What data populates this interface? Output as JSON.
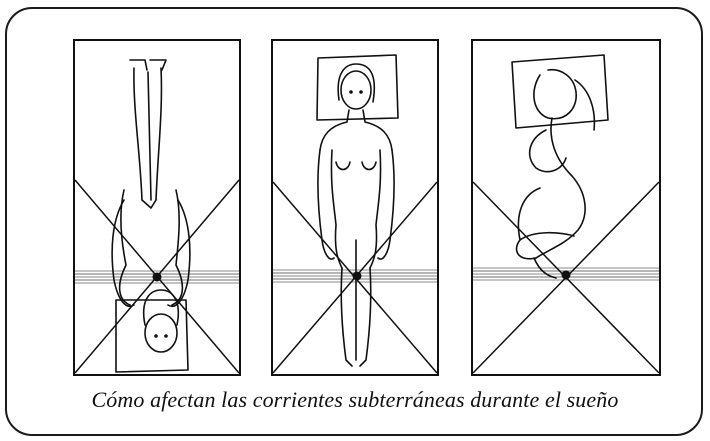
{
  "caption": "Cómo afectan las corrientes subterráneas durante el sueño",
  "panels": [
    {
      "id": "head-down",
      "description_icon": "figure-lying-inverted"
    },
    {
      "id": "on-back",
      "description_icon": "figure-lying-on-back"
    },
    {
      "id": "side",
      "description_icon": "figure-curled-on-side"
    }
  ],
  "colors": {
    "line": "#111111",
    "stream_band": "#9a9a9a",
    "background": "#ffffff"
  }
}
